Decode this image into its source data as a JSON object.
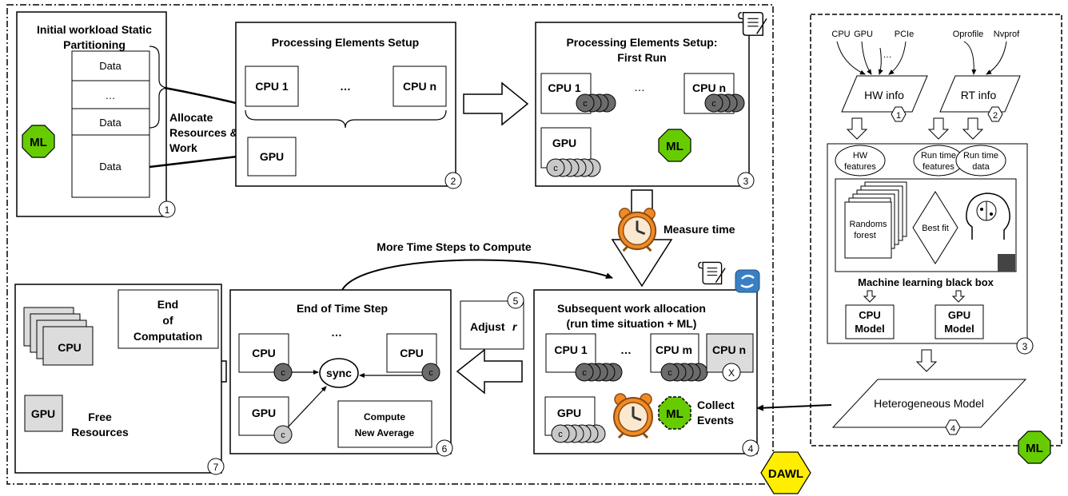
{
  "workflow": {
    "step1": {
      "title_line1": "Initial workload Static",
      "title_line2": "Partitioning",
      "data_cells": [
        "Data",
        "…",
        "Data",
        "Data"
      ],
      "number": "1",
      "allocate_line1": "Allocate",
      "allocate_line2": "Resources &",
      "allocate_line3": "Work"
    },
    "step2": {
      "title": "Processing Elements Setup",
      "cpu1": "CPU 1",
      "ellipsis": "…",
      "cpun": "CPU n",
      "gpu": "GPU",
      "number": "2"
    },
    "step3": {
      "title_line1": "Processing Elements Setup:",
      "title_line2": "First Run",
      "cpu1": "CPU 1",
      "ellipsis": "…",
      "cpun": "CPU n",
      "gpu": "GPU",
      "core": "c",
      "number": "3"
    },
    "measure_time": "Measure time",
    "more_time_steps": "More Time Steps to Compute",
    "step4": {
      "title_line1": "Subsequent work allocation",
      "title_line2": "(run time situation + ML)",
      "cpu1": "CPU 1",
      "ellipsis": "…",
      "cpum": "CPU m",
      "cpun": "CPU n",
      "excluded": "X",
      "gpu": "GPU",
      "collect_line1": "Collect",
      "collect_line2": "Events",
      "number": "4"
    },
    "step5": {
      "label": "Adjust",
      "var": "r",
      "number": "5"
    },
    "step6": {
      "title": "End of Time Step",
      "cpu": "CPU",
      "ellipsis": "…",
      "gpu": "GPU",
      "sync": "sync",
      "compute_line1": "Compute",
      "compute_line2": "New Average",
      "number": "6"
    },
    "step7": {
      "end_line1": "End",
      "end_line2": "of",
      "end_line3": "Computation",
      "cpu": "CPU",
      "gpu": "GPU",
      "free_line1": "Free",
      "free_line2": "Resources",
      "number": "7"
    },
    "ml_badge": "ML",
    "dawl_badge": "DAWL"
  },
  "ml_panel": {
    "inputs": [
      "CPU",
      "GPU",
      "…",
      "PCIe",
      "Oprofile",
      "Nvprof"
    ],
    "hw_info": "HW info",
    "rt_info": "RT info",
    "n1": "1",
    "n2": "2",
    "hw_features_line1": "HW",
    "hw_features_line2": "features",
    "rt_features_line1": "Run time",
    "rt_features_line2": "features",
    "rt_data_line1": "Run time",
    "rt_data_line2": "data",
    "randoms_line1": "Randoms",
    "randoms_line2": "forest",
    "best_fit": "Best fit",
    "black_box": "Machine learning black box",
    "cpu_model_line1": "CPU",
    "cpu_model_line2": "Model",
    "gpu_model_line1": "GPU",
    "gpu_model_line2": "Model",
    "n3": "3",
    "hetero_model": "Heterogeneous Model",
    "n4": "4",
    "ml_badge": "ML"
  },
  "colors": {
    "ml_green": "#66cc00",
    "dawl_yellow": "#ffee00",
    "core_dark": "#6b6b6b",
    "core_light": "#c8c8c8",
    "clock_orange": "#f08a24",
    "grey_box": "#dcdcdc"
  }
}
